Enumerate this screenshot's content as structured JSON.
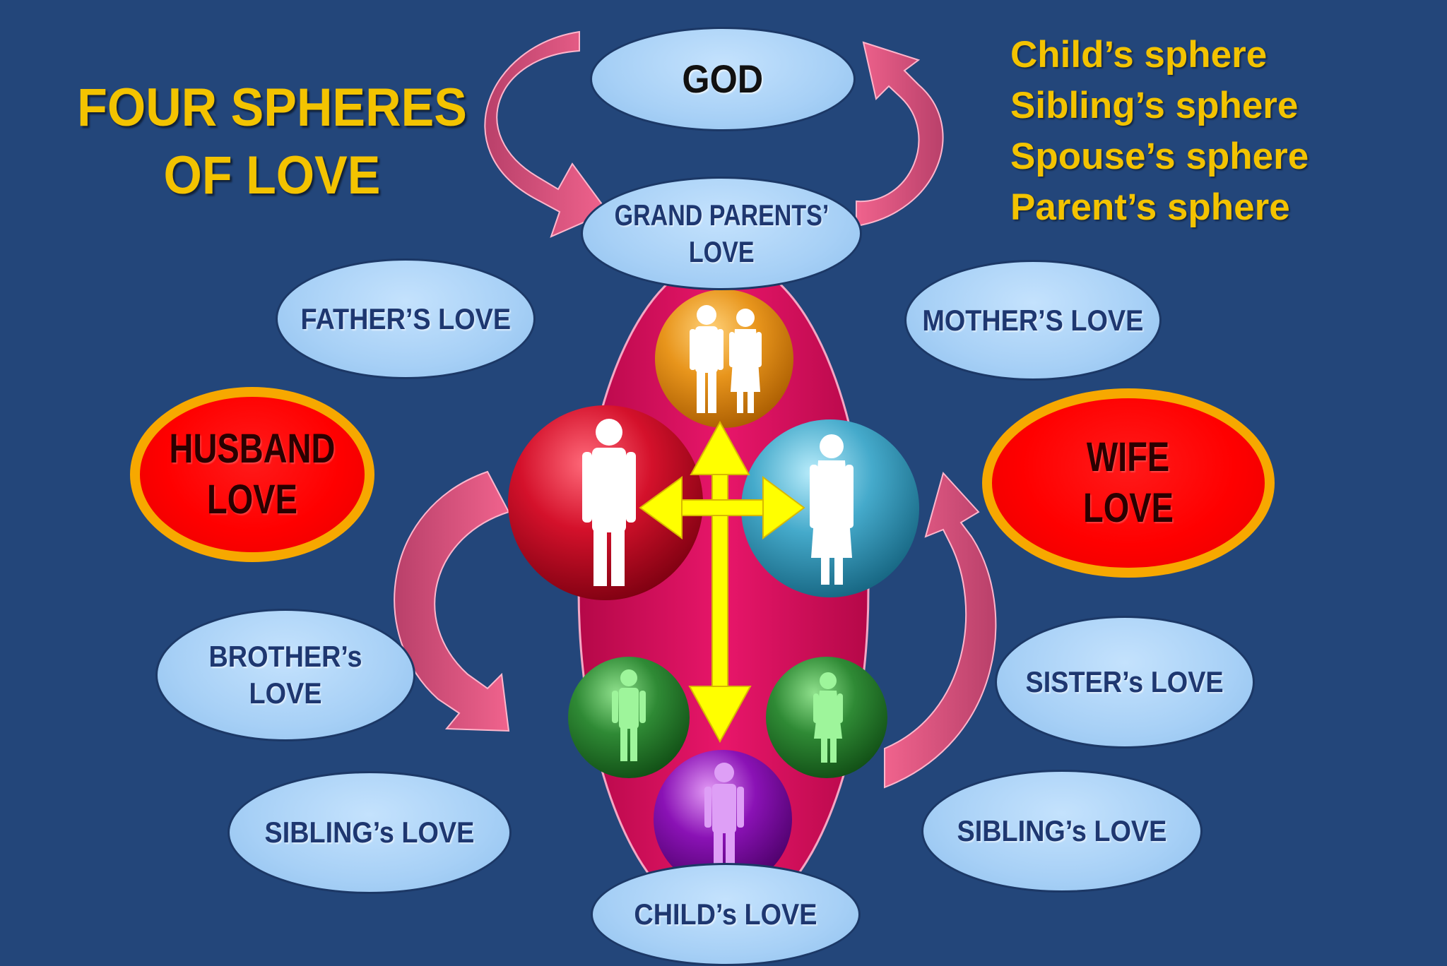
{
  "title_lines": [
    "FOUR SPHERES",
    "OF LOVE"
  ],
  "spheres_list": [
    "Child’s sphere",
    "Sibling’s sphere",
    "Spouse’s sphere",
    "Parent’s sphere"
  ],
  "nodes": {
    "god": "GOD",
    "grandparents": [
      "GRAND PARENTS’",
      "LOVE"
    ],
    "father": "FATHER’S LOVE",
    "mother": "MOTHER’S LOVE",
    "husband": [
      "HUSBAND",
      "LOVE"
    ],
    "wife": [
      "WIFE",
      "LOVE"
    ],
    "brother": "BROTHER’s LOVE",
    "sister": "SISTER’s LOVE",
    "sibling_left": "SIBLING’s LOVE",
    "sibling_right": "SIBLING’s LOVE",
    "child": "CHILD’s LOVE"
  },
  "colors": {
    "background": "#23467a",
    "title": "#f3c300",
    "central_ellipse": "#d8115a",
    "arrows": "#f0638d",
    "cross": "#ffff00",
    "grandparents_sphere": "#e28a12",
    "father_sphere": "#d4112b",
    "mother_sphere": "#45aacb",
    "sibling_spheres": "#2f8a35",
    "child_sphere": "#8a12b5",
    "husband_wife_fill": "#ff0000",
    "husband_wife_border": "#f7a800"
  },
  "icons": {
    "grandparents_sphere": "couple-silhouette-icon",
    "father_sphere": "man-silhouette-icon",
    "mother_sphere": "woman-silhouette-icon",
    "brother_sphere": "boy-silhouette-icon",
    "sister_sphere": "girl-silhouette-icon",
    "child_sphere": "child-silhouette-icon"
  }
}
